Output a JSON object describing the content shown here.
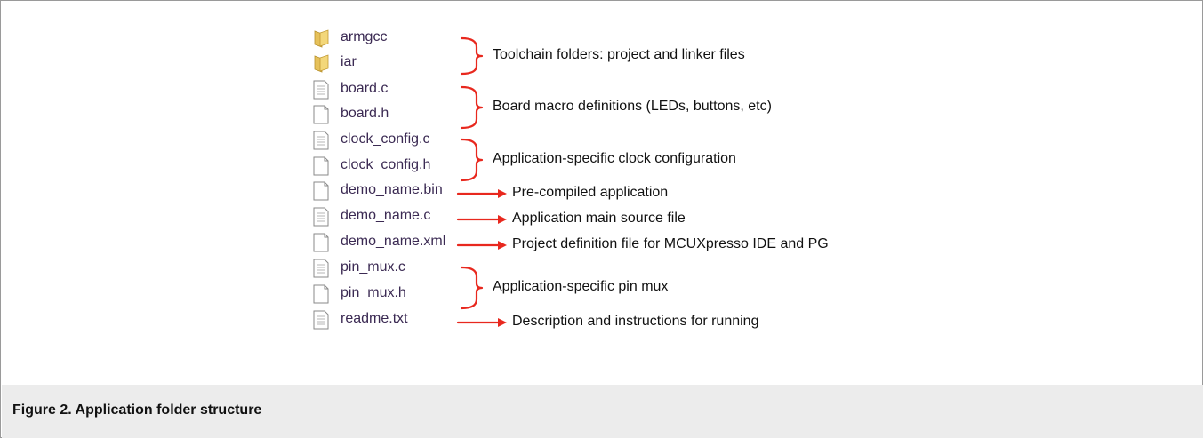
{
  "figure": {
    "files": [
      {
        "name": "armgcc",
        "icon": "folder-icon"
      },
      {
        "name": "iar",
        "icon": "folder-icon"
      },
      {
        "name": "board.c",
        "icon": "file-icon"
      },
      {
        "name": "board.h",
        "icon": "file-icon"
      },
      {
        "name": "clock_config.c",
        "icon": "file-icon"
      },
      {
        "name": "clock_config.h",
        "icon": "file-icon"
      },
      {
        "name": "demo_name.bin",
        "icon": "file-icon"
      },
      {
        "name": "demo_name.c",
        "icon": "file-icon"
      },
      {
        "name": "demo_name.xml",
        "icon": "file-icon"
      },
      {
        "name": "pin_mux.c",
        "icon": "file-icon"
      },
      {
        "name": "pin_mux.h",
        "icon": "file-icon"
      },
      {
        "name": "readme.txt",
        "icon": "file-icon"
      }
    ],
    "descriptions": {
      "toolchain": "Toolchain folders: project and linker files",
      "board": "Board macro definitions (LEDs, buttons, etc)",
      "clock": "Application-specific clock configuration",
      "bin": "Pre-compiled application",
      "main_c": "Application main source file",
      "xml": "Project definition file for MCUXpresso IDE and PG",
      "pin_mux": "Application-specific pin mux",
      "readme": "Description and instructions for running"
    },
    "annotation_color": "#e8281e"
  },
  "caption": "Figure 2. Application folder structure"
}
